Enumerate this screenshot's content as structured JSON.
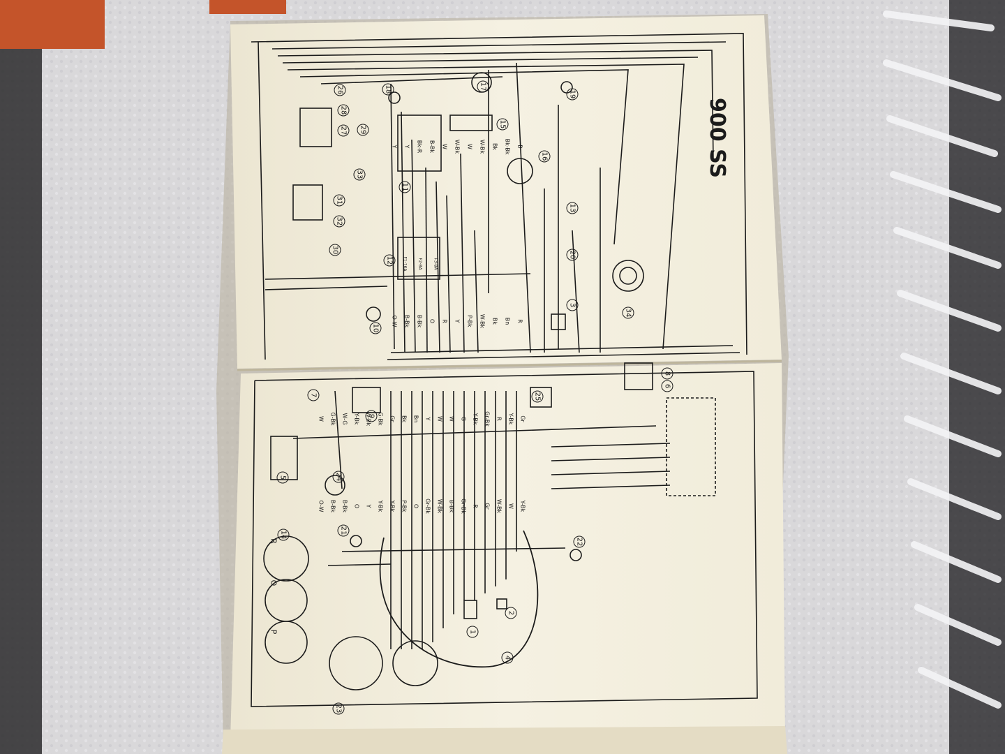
{
  "photo": {
    "subject": "Open service manual showing a motorcycle wiring diagram, photographed rotated on a white blanket",
    "colors": {
      "blanket": "#d9d8da",
      "blanket_shadow": "#9c9ba0",
      "paper": "#f3efdf",
      "paper_edge": "#e4dcc4",
      "ink": "#1b1b1b",
      "background_dark": "#1a1a1c",
      "background_orange": "#c4542a"
    }
  },
  "diagram": {
    "title": "900 SS",
    "component_numbers": [
      "1",
      "2",
      "3",
      "4",
      "5",
      "6",
      "7",
      "8",
      "9",
      "10",
      "11",
      "12",
      "13",
      "14",
      "15",
      "16",
      "17",
      "18",
      "19",
      "20",
      "21",
      "22",
      "23",
      "24",
      "25",
      "26",
      "27",
      "28",
      "29",
      "30",
      "31",
      "32",
      "33",
      "34"
    ],
    "wire_codes_right": [
      "O-W",
      "B-Bk",
      "B-Bk",
      "O",
      "R",
      "Y",
      "P-Bk",
      "W-Bk",
      "Bk",
      "Bn",
      "R",
      "Y",
      "Y",
      "Bk-R",
      "B-Bk",
      "W",
      "W-Bk",
      "W",
      "W-Bk",
      "Bk",
      "Bk-Bk",
      "B"
    ],
    "wire_codes_left": [
      "O-W",
      "B-Bk",
      "B-Bk",
      "O",
      "Y",
      "Y-Bk",
      "Y-Bk",
      "P-Bk",
      "O",
      "Gr-Bk",
      "W-Bk",
      "B-Bk",
      "Gr-Bk",
      "R",
      "Gr",
      "W-Bk",
      "W",
      "Y-Bk",
      "W",
      "G-Bk",
      "W-G",
      "Y-Bk",
      "W-Bk",
      "G-Bk",
      "Gr",
      "Bk",
      "Bn",
      "Y",
      "W",
      "W",
      "G",
      "Y-Bk",
      "Gr-Bk",
      "R",
      "Y-Bk",
      "Gr"
    ],
    "fuse_labels": [
      "F1-16A",
      "F2-8A",
      "F3-8A"
    ],
    "gauge_letters": [
      "R",
      "O",
      "P"
    ]
  }
}
